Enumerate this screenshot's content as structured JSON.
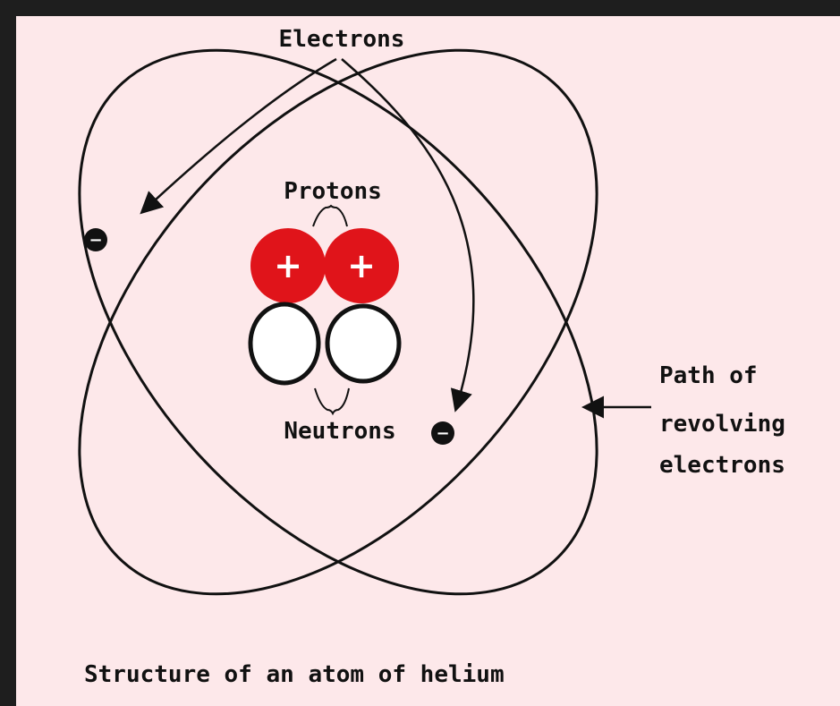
{
  "labels": {
    "electrons": "Electrons",
    "protons": "Protons",
    "neutrons": "Neutrons",
    "path_line1": "Path of",
    "path_line2": "revolving",
    "path_line3": "electrons",
    "caption": "Structure of an atom of helium"
  },
  "symbols": {
    "proton_sign": "+",
    "electron_sign": "−"
  },
  "colors": {
    "background": "#fde8ea",
    "frame": "#1e1e1e",
    "proton": "#e0141a",
    "neutron": "#ffffff",
    "ink": "#111111"
  }
}
